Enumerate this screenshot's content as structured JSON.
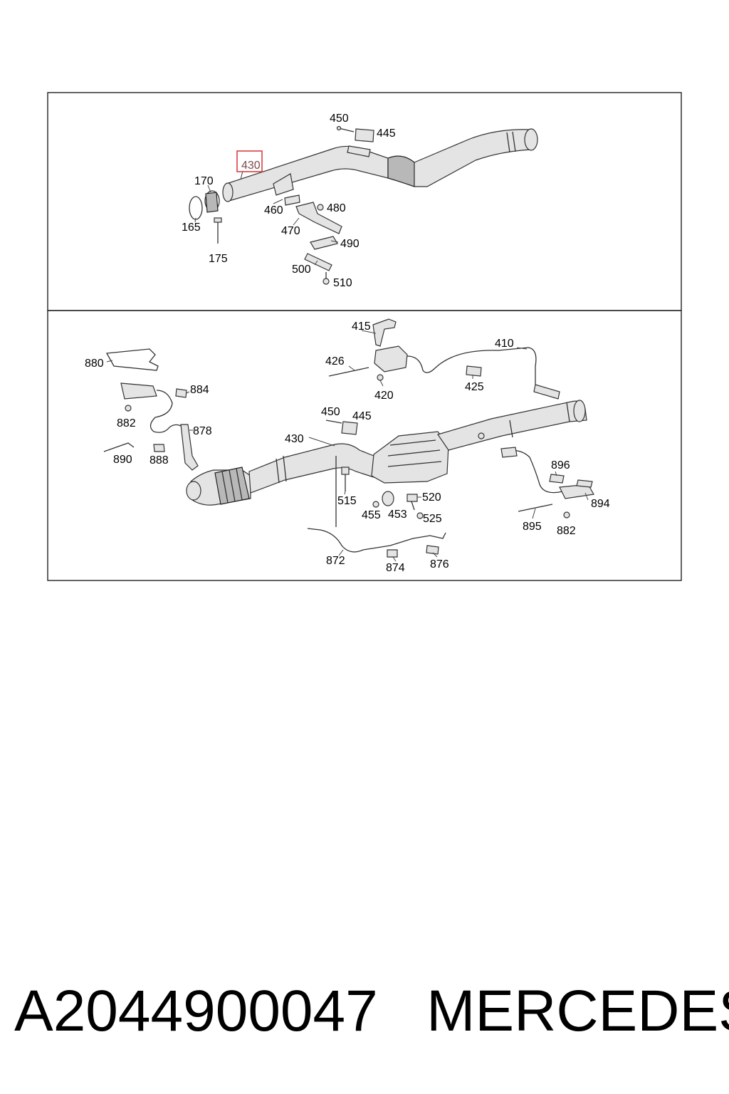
{
  "upper_panel": {
    "labels": [
      "450",
      "445",
      "430",
      "170",
      "460",
      "480",
      "165",
      "470",
      "490",
      "175",
      "500",
      "510"
    ],
    "highlighted_label": "430",
    "highlight_color": "#d94040"
  },
  "lower_panel": {
    "labels": [
      "415",
      "410",
      "880",
      "426",
      "420",
      "425",
      "884",
      "882",
      "878",
      "450",
      "445",
      "430",
      "890",
      "888",
      "896",
      "515",
      "520",
      "894",
      "455",
      "453",
      "525",
      "895",
      "882",
      "872",
      "874",
      "876"
    ]
  },
  "footer": {
    "part_number": "A2044900047",
    "brand": "MERCEDES"
  }
}
